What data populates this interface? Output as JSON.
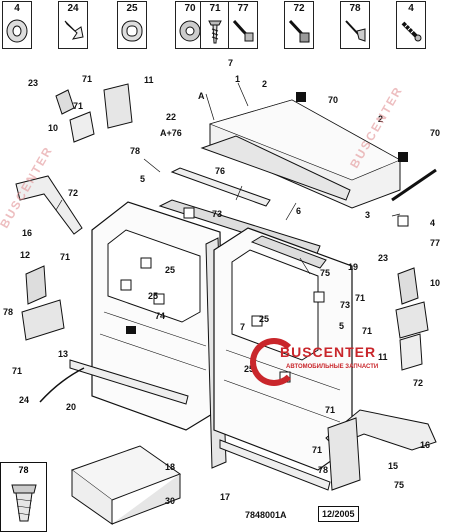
{
  "header_tiles": [
    "4",
    "24",
    "25",
    "70",
    "71",
    "77",
    "72",
    "78",
    "4"
  ],
  "callouts": {
    "c1": "1",
    "c2a": "2",
    "c70a": "70",
    "c2b": "2",
    "c70b": "70",
    "c23": "23",
    "c71a": "71",
    "c11a": "11",
    "c71b": "71",
    "c10a": "10",
    "c78a": "78",
    "c22": "22",
    "cA76": "A+76",
    "cA": "A",
    "c7a": "7",
    "c76": "76",
    "c5a": "5",
    "c72a": "72",
    "c16a": "16",
    "c73a": "73",
    "c6": "6",
    "c3": "3",
    "c4": "4",
    "c77": "77",
    "c25a": "25",
    "c25b": "25",
    "c19": "19",
    "c75a": "75",
    "c12": "12",
    "c71c": "71",
    "c23b": "23",
    "c10b": "10",
    "c78b": "78",
    "c13": "13",
    "c71d": "71",
    "c74": "74",
    "c73b": "73",
    "c71e": "71",
    "c7b": "7",
    "c25c": "25",
    "c5b": "5",
    "c71f": "71",
    "c24": "24",
    "c20": "20",
    "c25d": "25",
    "c11b": "11",
    "c72b": "72",
    "c71g": "71",
    "c16b": "16",
    "c71h": "71",
    "c18": "18",
    "c78c": "78",
    "c15": "15",
    "c75b": "75",
    "c30": "30",
    "c17": "17",
    "c78inset": "78"
  },
  "footer": {
    "ref": "7848001A",
    "date": "12/2005"
  },
  "watermark": {
    "word": "BUSCENTER",
    "tagline": "АВТОМОБИЛЬНЫЕ ЗАПЧАСТИ",
    "diag": [
      "BUSCENTER",
      "BUSCENTER"
    ]
  }
}
